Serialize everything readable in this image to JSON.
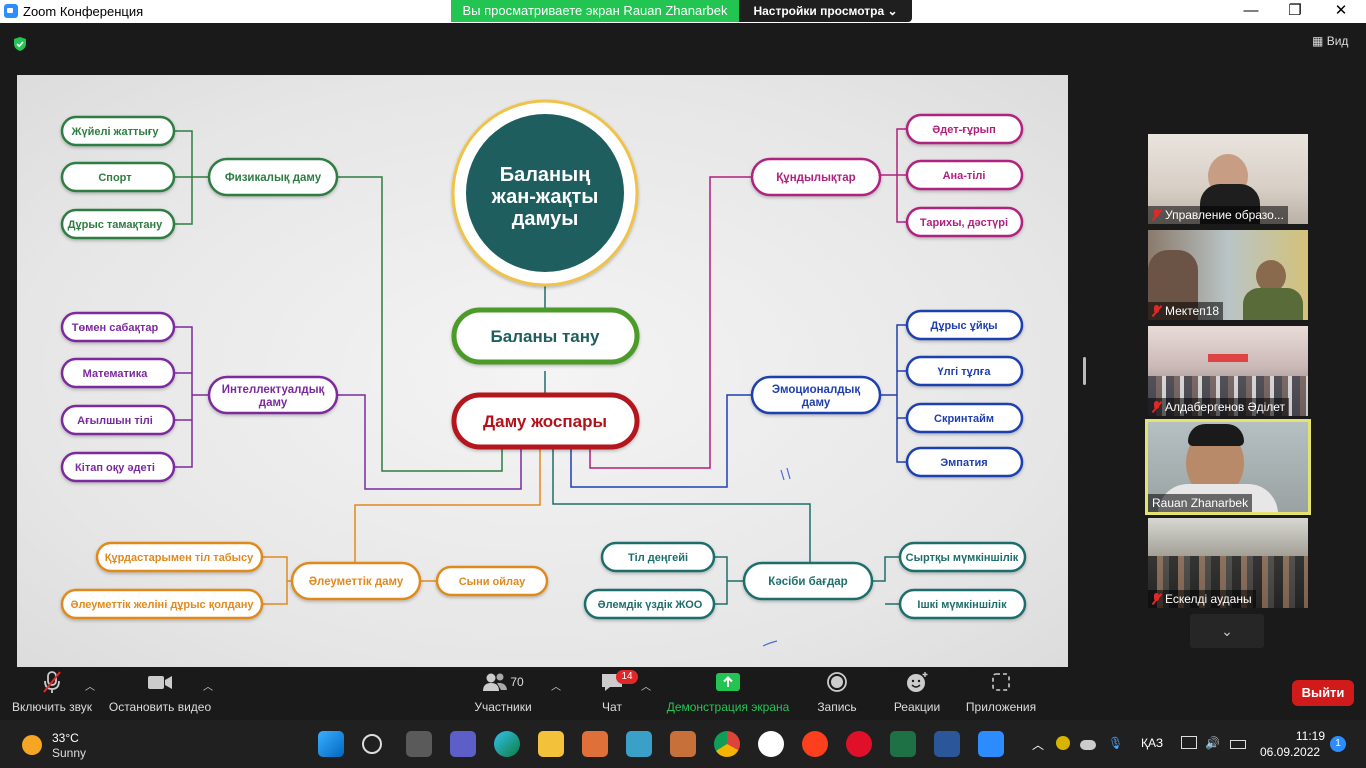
{
  "window": {
    "title": "Zoom Конференция",
    "share_banner": "Вы просматриваете экран Rauan Zhanarbek",
    "view_settings": "Настройки просмотра ⌄",
    "view_button": "Вид"
  },
  "mindmap": {
    "center": [
      "Баланың",
      "жан-жақты",
      "дамуы"
    ],
    "know_child": "Баланы тану",
    "plan": "Даму жоспары",
    "physical": {
      "title": "Физикалық даму",
      "items": [
        "Жүйелі жаттығу",
        "Спорт",
        "Дұрыс тамақтану"
      ]
    },
    "intellectual": {
      "title": [
        "Интеллектуалдық",
        "даму"
      ],
      "items": [
        "Төмен сабақтар",
        "Математика",
        "Ағылшын тілі",
        "Кітап оқу әдеті"
      ]
    },
    "values": {
      "title": "Құндылықтар",
      "items": [
        "Әдет-ғұрып",
        "Ана-тілі",
        "Тарихы, дәстүрі"
      ]
    },
    "emotional": {
      "title": [
        "Эмоционалдық",
        "даму"
      ],
      "items": [
        "Дұрыс ұйқы",
        "Үлгі тұлға",
        "Скринтайм",
        "Эмпатия"
      ]
    },
    "social": {
      "title": "Әлеуметтік даму",
      "left": [
        "Құрдастарымен тіл табысу",
        "Әлеуметтік желіні дұрыс қолдану"
      ],
      "right": "Сыни ойлау"
    },
    "career": {
      "title": "Кәсіби бағдар",
      "left": [
        "Тіл деңгейі",
        "Әлемдік үздік ЖОО"
      ],
      "right": [
        "Сыртқы мүмкіншілік",
        "Ішкі мүмкіншілік"
      ]
    },
    "colors": {
      "green": "#2e7d43",
      "purple": "#7b2a9e",
      "magenta": "#b0207f",
      "blue": "#1f3fb0",
      "orange": "#e08a1f",
      "teal": "#1e6e6c",
      "red": "#b3121b"
    }
  },
  "participants": [
    {
      "name": "Управление образо...",
      "muted": true
    },
    {
      "name": "Мектеп18",
      "muted": true
    },
    {
      "name": "Алдабергенов Әділет",
      "muted": true
    },
    {
      "name": "Rauan Zhanarbek",
      "muted": false,
      "active": true
    },
    {
      "name": "Ескелді ауданы",
      "muted": true
    }
  ],
  "toolbar": {
    "mute": "Включить звук",
    "video": "Остановить видео",
    "participants": "Участники",
    "participants_count": "70",
    "chat": "Чат",
    "chat_badge": "14",
    "share": "Демонстрация экрана",
    "record": "Запись",
    "reactions": "Реакции",
    "apps": "Приложения",
    "leave": "Выйти"
  },
  "taskbar": {
    "temp": "33°C",
    "weather": "Sunny",
    "lang": "ҚАЗ",
    "time": "11:19",
    "date": "06.09.2022",
    "notifications": "1"
  }
}
